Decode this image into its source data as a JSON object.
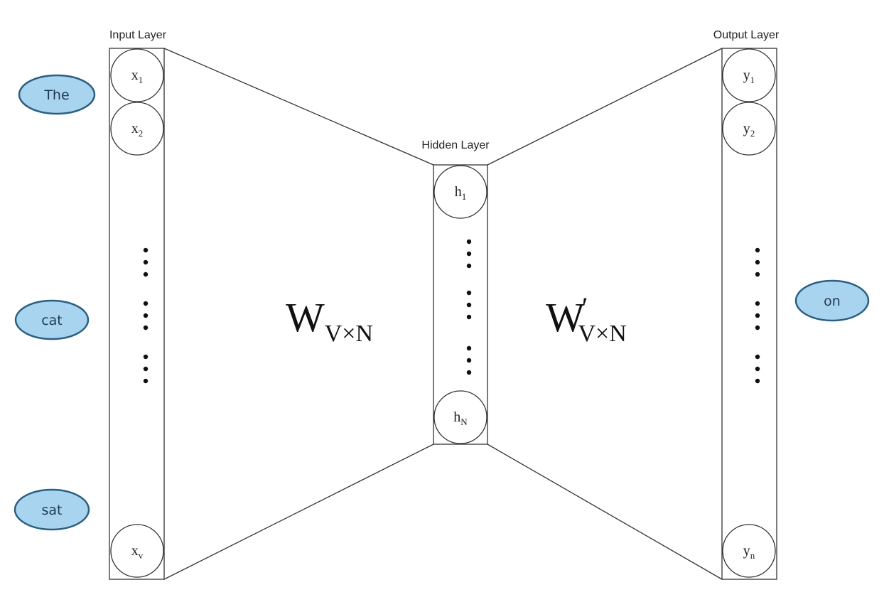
{
  "layers": {
    "input": {
      "label": "Input Layer",
      "nodes": [
        {
          "base": "x",
          "sub": "1"
        },
        {
          "base": "x",
          "sub": "2"
        },
        {
          "base": "x",
          "sub": "v"
        }
      ]
    },
    "hidden": {
      "label": "Hidden Layer",
      "nodes": [
        {
          "base": "h",
          "sub": "1"
        },
        {
          "base": "h",
          "sub": "N"
        }
      ]
    },
    "output": {
      "label": "Output Layer",
      "nodes": [
        {
          "base": "y",
          "sub": "1"
        },
        {
          "base": "y",
          "sub": "2"
        },
        {
          "base": "y",
          "sub": "n"
        }
      ]
    }
  },
  "words": {
    "context": [
      "The",
      "cat",
      "sat"
    ],
    "target": "on"
  },
  "weights": {
    "input_hidden": {
      "base": "W",
      "sub": "V×N"
    },
    "hidden_output": {
      "base": "W",
      "prime": "′",
      "sub": "V×N"
    }
  },
  "colors": {
    "word_fill": "#a9d4ef",
    "word_stroke": "#2a5f82",
    "line": "#333333"
  }
}
